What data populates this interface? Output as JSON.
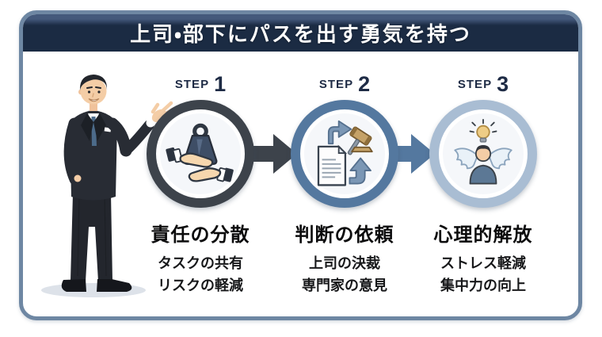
{
  "header": {
    "title": "上司・部下にパスを出す勇気を持つ"
  },
  "steps": [
    {
      "label": "STEP",
      "number": "1",
      "title": "責任の分散",
      "points": [
        "タスクの共有",
        "リスクの軽減"
      ],
      "icon": "weight-in-hands-icon",
      "circle_color": "#3d434b"
    },
    {
      "label": "STEP",
      "number": "2",
      "title": "判断の依頼",
      "points": [
        "上司の決裁",
        "専門家の意見"
      ],
      "icon": "document-gavel-icon",
      "circle_color": "#54789f"
    },
    {
      "label": "STEP",
      "number": "3",
      "title": "心理的解放",
      "points": [
        "ストレス軽減",
        "集中力の向上"
      ],
      "icon": "winged-person-lightbulb-icon",
      "circle_color": "#a9bdd3"
    }
  ],
  "arrows": [
    {
      "color": "#3d434b"
    },
    {
      "color": "#54789f"
    }
  ],
  "illustration": {
    "name": "businessman-presenting"
  },
  "colors": {
    "header_bg": "#1b2b43",
    "header_bevel": "#44597b",
    "header_text": "#ffffff",
    "frame": "#6e87a3",
    "card_bg": "#ffffff",
    "label": "#1e2b45",
    "title": "#0b0b0c",
    "point": "#17181a",
    "circle_fill": "#f5f7fa"
  }
}
